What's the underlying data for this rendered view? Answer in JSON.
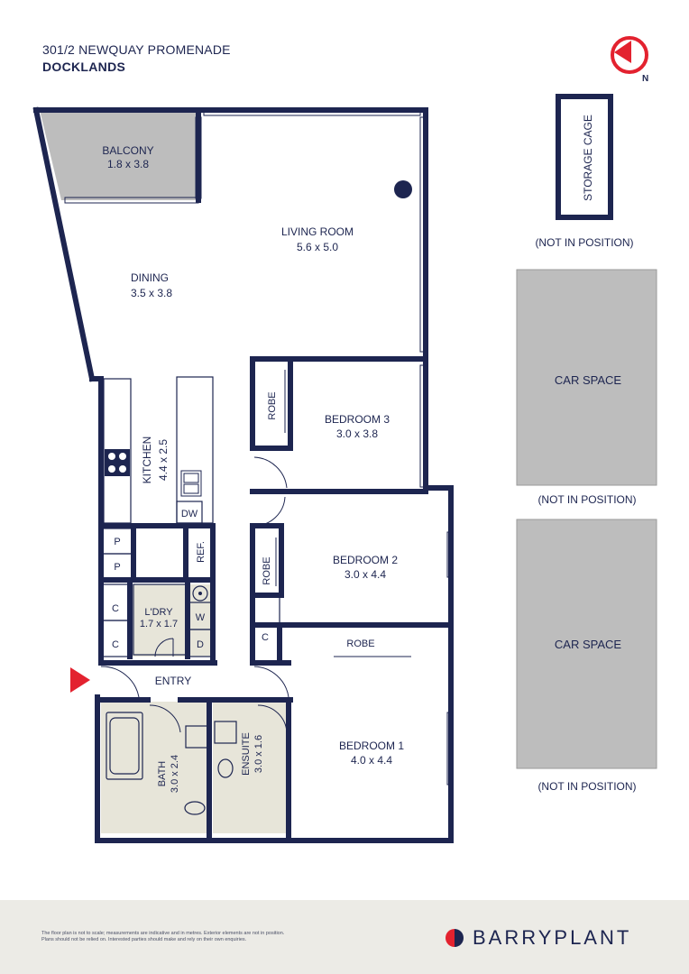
{
  "header": {
    "address_line1": "301/2 NEWQUAY PROMENADE",
    "address_line2": "DOCKLANDS"
  },
  "compass": {
    "label": "N"
  },
  "rooms": {
    "balcony": {
      "name": "BALCONY",
      "size": "1.8 x 3.8"
    },
    "living": {
      "name": "LIVING ROOM",
      "size": "5.6 x 5.0"
    },
    "dining": {
      "name": "DINING",
      "size": "3.5 x 3.8"
    },
    "kitchen": {
      "name": "KITCHEN",
      "size": "4.4 x 2.5"
    },
    "bedroom3": {
      "name": "BEDROOM 3",
      "size": "3.0 x 3.8"
    },
    "bedroom2": {
      "name": "BEDROOM 2",
      "size": "3.0 x 4.4"
    },
    "bedroom1": {
      "name": "BEDROOM 1",
      "size": "4.0 x 4.4"
    },
    "laundry": {
      "name": "L'DRY",
      "size": "1.7 x 1.7"
    },
    "bath": {
      "name": "BATH",
      "size": "3.0 x 2.4"
    },
    "ensuite": {
      "name": "ENSUITE",
      "size": "3.0 x 1.6"
    },
    "entry": {
      "name": "ENTRY"
    }
  },
  "fixtures": {
    "robe": "ROBE",
    "dw": "DW",
    "ref": "REF.",
    "pantry": "P",
    "cupboard": "C",
    "washer": "W",
    "dryer": "D"
  },
  "extras": {
    "storage_cage": "STORAGE CAGE",
    "car_space": "CAR SPACE",
    "not_in_position": "(NOT IN POSITION)"
  },
  "footer": {
    "disclaimer_line1": "The floor plan is not to scale; measurements are indicative and in metres. Exterior elements are not in position.",
    "disclaimer_line2": "Plans should not be relied on. Interested parties should make and rely on their own enquiries.",
    "brand": "BARRYPLANT"
  },
  "colors": {
    "wall": "#1d2550",
    "accent": "#e3222f",
    "balcony_fill": "#bdbdbd",
    "wet_area_fill": "#e7e5d9",
    "car_space_fill": "#bdbdbd",
    "footer_bg": "#ecebe6"
  }
}
